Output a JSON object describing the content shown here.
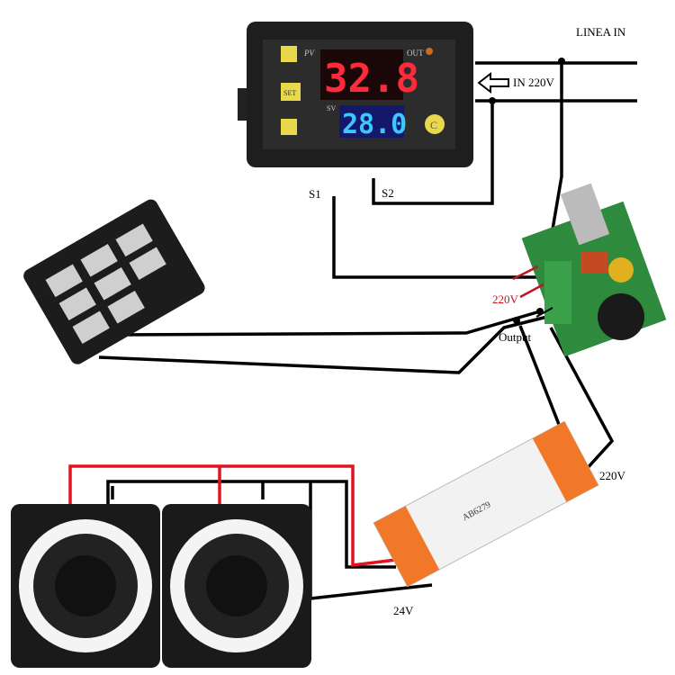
{
  "labels": {
    "linea_in": "LINEA IN",
    "in_220v": "IN 220V",
    "s1": "S1",
    "s2": "S2",
    "regulator_input": "220V",
    "regulator_output": "Output",
    "psu_input": "220V",
    "psu_output": "24V"
  },
  "thermostat": {
    "pv_label": "PV",
    "sv_label": "SV",
    "out_label": "OUT",
    "set_label": "SET",
    "pv_value": "32.8",
    "sv_value": "28.0"
  },
  "power_supply": {
    "model": "AB6279"
  },
  "colors": {
    "wire": "#000000",
    "wire_red": "#e0141e",
    "psu_terminal": "#f07828",
    "pcb": "#2e8b3e",
    "pv_display": "#ff2a3a",
    "sv_display": "#3cc8ff"
  }
}
